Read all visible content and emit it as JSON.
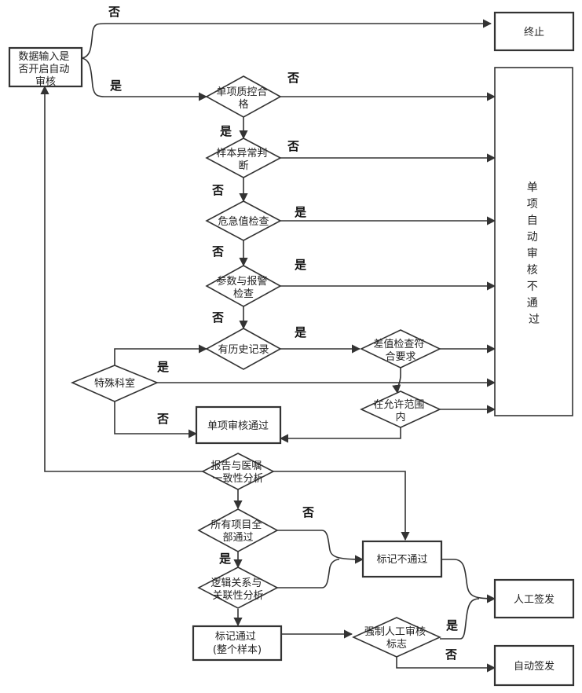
{
  "nodes": {
    "data_input": [
      "数据输入是",
      "否开启自动",
      "审核"
    ],
    "terminate": [
      "终止"
    ],
    "single_qc": [
      "单项质控合",
      "格"
    ],
    "sample_abnormal": [
      "样本异常判",
      "断"
    ],
    "critical_value": [
      "危急值检查"
    ],
    "param_alarm": [
      "参数与报警",
      "检查"
    ],
    "has_history": [
      "有历史记录"
    ],
    "delta_check": [
      "差值检查符",
      "合要求"
    ],
    "within_range": [
      "在允许范围",
      "内"
    ],
    "special_dept": [
      "特殊科室"
    ],
    "single_pass": [
      "单项审核通过"
    ],
    "single_fail": [
      "单",
      "项",
      "自",
      "动",
      "审",
      "核",
      "不",
      "通",
      "过"
    ],
    "report_consistency": [
      "报告与医嘱",
      "一致性分析"
    ],
    "all_items_pass": [
      "所有项目全",
      "部通过"
    ],
    "logic_analysis": [
      "逻辑关系与",
      "关联性分析"
    ],
    "mark_pass": [
      "标记通过",
      "(整个样本)"
    ],
    "mark_fail": [
      "标记不通过"
    ],
    "force_manual": [
      "强制人工审核",
      "标志"
    ],
    "manual_sign": [
      "人工签发"
    ],
    "auto_sign": [
      "自动签发"
    ]
  },
  "edge_labels": {
    "yes": "是",
    "no": "否"
  }
}
